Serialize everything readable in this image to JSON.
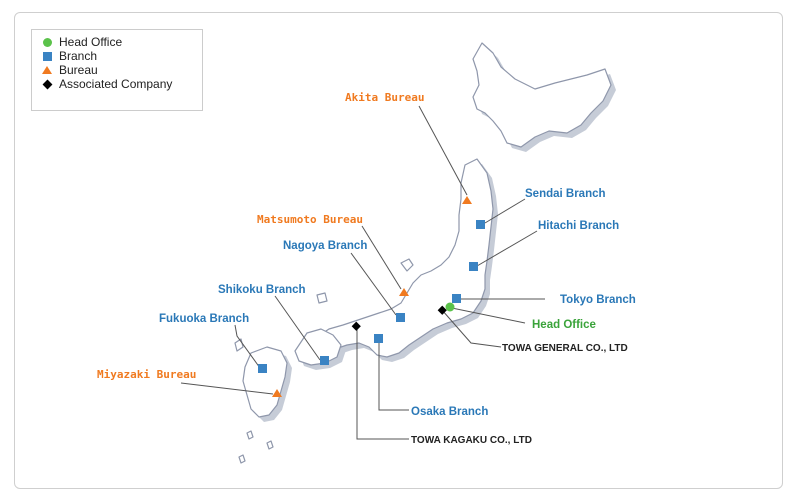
{
  "legend": {
    "items": [
      {
        "label": "Head Office",
        "color": "#5bc24a",
        "shape": "dot"
      },
      {
        "label": "Branch",
        "color": "#3a83c3",
        "shape": "square"
      },
      {
        "label": "Bureau",
        "color": "#f07a20",
        "shape": "triangle"
      },
      {
        "label": "Associated Company",
        "color": "#000000",
        "shape": "diamond"
      }
    ]
  },
  "places": {
    "akita": "Akita Bureau",
    "sendai": "Sendai Branch",
    "hitachi": "Hitachi Branch",
    "matsumoto": "Matsumoto Bureau",
    "nagoya": "Nagoya Branch",
    "tokyo": "Tokyo Branch",
    "head_office": "Head Office",
    "towa_general": "TOWA GENERAL CO., LTD",
    "shikoku": "Shikoku Branch",
    "fukuoka": "Fukuoka Branch",
    "miyazaki": "Miyazaki Bureau",
    "osaka": "Osaka Branch",
    "towa_kagaku": "TOWA KAGAKU CO., LTD"
  },
  "colors": {
    "land": "#ffffff",
    "coast": "#8f97ab",
    "shadow": "#c6ccd7",
    "leader": "#555555"
  }
}
